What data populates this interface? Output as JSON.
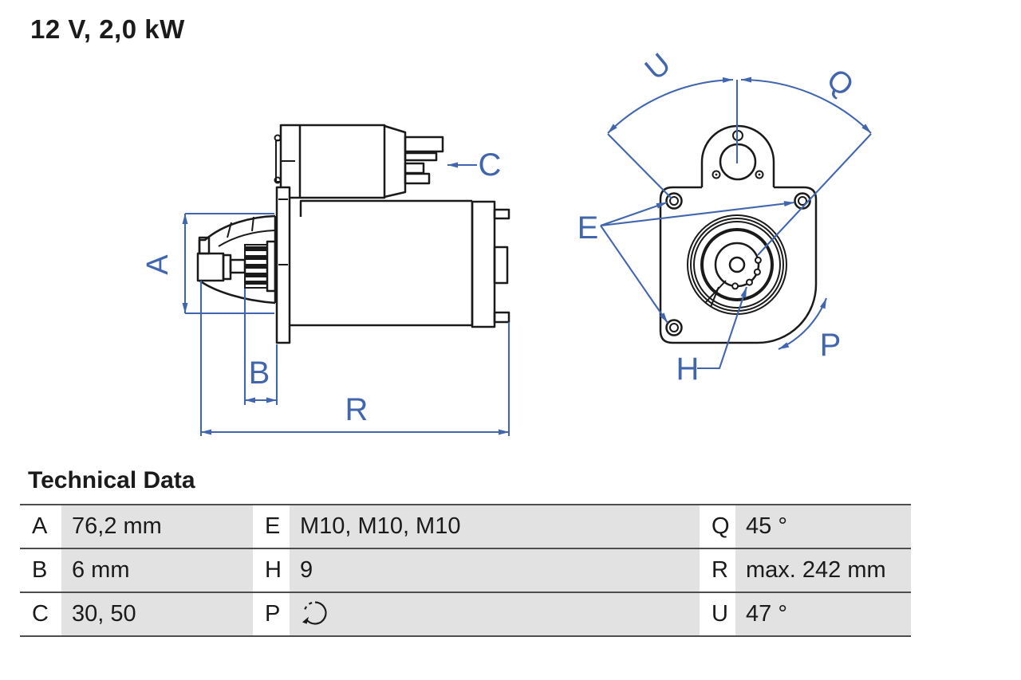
{
  "title": "12 V, 2,0 kW",
  "colors": {
    "dimension_blue": "#4166ae",
    "drawing_black": "#1a1a1a",
    "table_value_bg": "#e2e2e2",
    "table_rule": "#4d4d4d"
  },
  "diagram": {
    "dimension_labels": {
      "a": "A",
      "b": "B",
      "c": "C",
      "r": "R",
      "u": "U",
      "q": "Q",
      "e": "E",
      "h": "H",
      "p": "P"
    }
  },
  "table": {
    "heading": "Technical Data",
    "rows": [
      [
        {
          "key": "A",
          "value": "76,2 mm"
        },
        {
          "key": "E",
          "value": "M10, M10, M10"
        },
        {
          "key": "Q",
          "value": "45 °"
        }
      ],
      [
        {
          "key": "B",
          "value": "6 mm"
        },
        {
          "key": "H",
          "value": "9"
        },
        {
          "key": "R",
          "value": "max. 242 mm"
        }
      ],
      [
        {
          "key": "C",
          "value": "30, 50"
        },
        {
          "key": "P",
          "value": "",
          "icon": "counterclockwise-rotation-icon"
        },
        {
          "key": "U",
          "value": "47 °"
        }
      ]
    ]
  }
}
